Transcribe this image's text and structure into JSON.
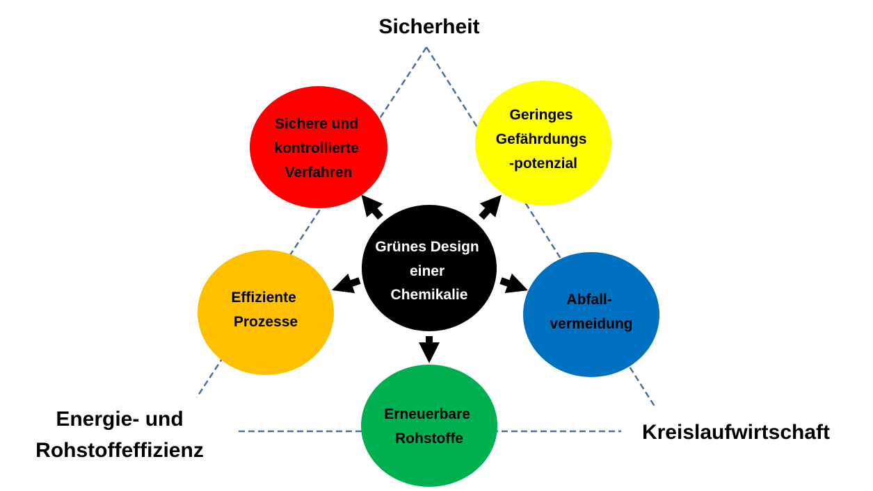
{
  "corners": {
    "top": "Sicherheit",
    "left_line1": "Energie- und",
    "left_line2": "Rohstoffeffizienz",
    "right": "Kreislaufwirtschaft"
  },
  "center": {
    "lines": [
      "Grünes Design",
      "einer",
      "Chemikalie"
    ],
    "color": "#000000"
  },
  "nodes": [
    {
      "id": "red",
      "lines": [
        "Sichere und",
        "kontrollierte",
        "Verfahren"
      ],
      "color": "#ff0000"
    },
    {
      "id": "yellow",
      "lines": [
        "Geringes",
        "Gefährdungs",
        "-potenzial"
      ],
      "color": "#ffff00"
    },
    {
      "id": "orange",
      "lines": [
        "Effiziente",
        "Prozesse"
      ],
      "color": "#ffc000"
    },
    {
      "id": "blue",
      "lines": [
        "Abfall-",
        "vermeidung"
      ],
      "color": "#0070c0"
    },
    {
      "id": "green",
      "lines": [
        "Erneuerbare",
        "Rohstoffe"
      ],
      "color": "#00b050"
    }
  ],
  "line_color": "#4a6f9a"
}
